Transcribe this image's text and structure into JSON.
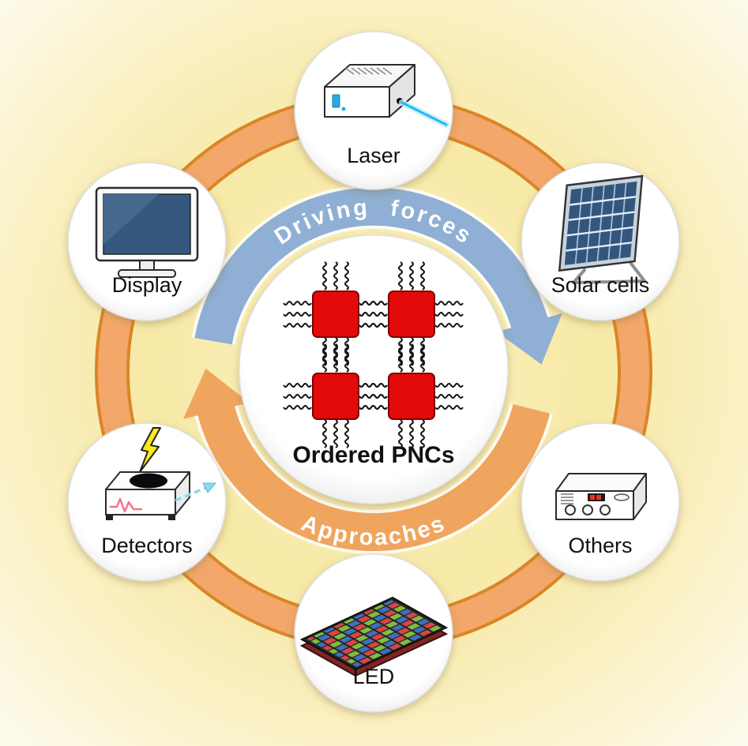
{
  "figure": {
    "center_label": "Ordered PNCs",
    "top_arrow_label": "Driving forces",
    "bottom_arrow_label": "Approaches"
  },
  "nodes": [
    {
      "id": "laser",
      "label": "Laser",
      "icon": "laser-device-icon"
    },
    {
      "id": "solar-cells",
      "label": "Solar cells",
      "icon": "solar-panel-icon"
    },
    {
      "id": "display",
      "label": "Display",
      "icon": "monitor-icon"
    },
    {
      "id": "detectors",
      "label": "Detectors",
      "icon": "photodetector-icon"
    },
    {
      "id": "others",
      "label": "Others",
      "icon": "control-box-icon"
    },
    {
      "id": "led",
      "label": "LED",
      "icon": "led-matrix-icon"
    }
  ],
  "colors": {
    "background_center": "#F7E9A6",
    "background_edge": "#FDFBEF",
    "ring": "#F3A76A",
    "ring_border": "#DB8526",
    "arrow_blue": "#8FAFD4",
    "arrow_orange": "#F0A55F",
    "pnc_red": "#E30A0A",
    "pnc_red_border": "#7F0000",
    "label_text": "#111111",
    "arc_label_text": "#FFFFFF"
  }
}
